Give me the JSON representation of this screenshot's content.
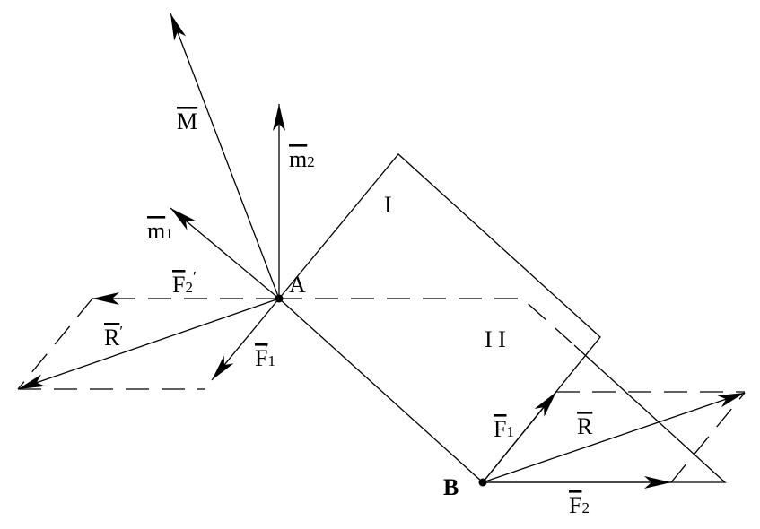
{
  "diagram": {
    "title": "Reduction of force system: two planes with points A and B",
    "colors": {
      "line": "#000000",
      "background": "#ffffff"
    },
    "labels": {
      "M": {
        "main": "M",
        "sub": ""
      },
      "m2": {
        "main": "m",
        "sub": "2"
      },
      "m1": {
        "main": "m",
        "sub": "1"
      },
      "F2p": {
        "main": "F",
        "sub": "2",
        "prime": "′"
      },
      "A": "A",
      "Rp": {
        "main": "R",
        "prime": "′"
      },
      "F1p": {
        "main": "F",
        "sub": "1",
        "prime": "′"
      },
      "plane1": "I",
      "plane2": "I I",
      "F1": {
        "main": "F",
        "sub": "1"
      },
      "R": {
        "main": "R"
      },
      "F2": {
        "main": "F",
        "sub": "2"
      },
      "B": "B"
    }
  }
}
